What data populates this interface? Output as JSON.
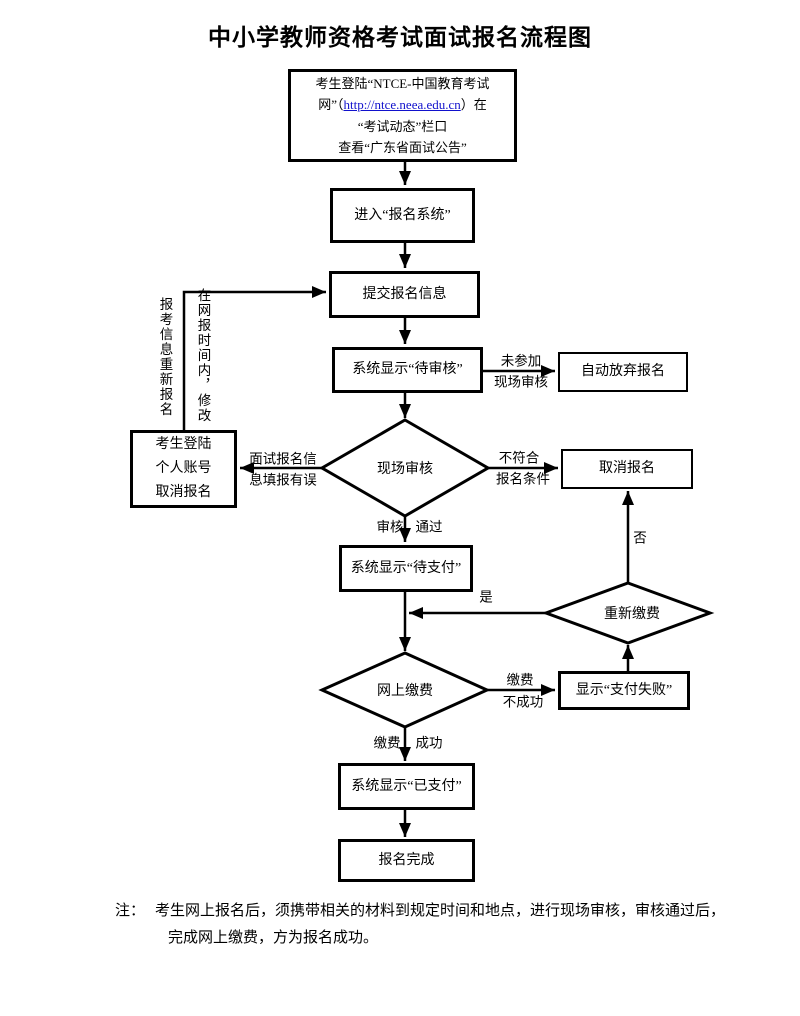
{
  "title": "中小学教师资格考试面试报名流程图",
  "nodes": {
    "notice": {
      "line1": "考生登陆“NTCE-中国教育考试",
      "line2_pre": "网”（",
      "link": "http://ntce.neea.edu.cn",
      "line2_post": "）在",
      "line3": "“考试动态”栏口",
      "line4": "查看“广东省面试公告”"
    },
    "enter_system": "进入“报名系统”",
    "submit_info": "提交报名信息",
    "status_pending_review": "系统显示“待审核”",
    "auto_abandon": "自动放弃报名",
    "onsite_review": "现场审核",
    "cancel_login": {
      "line1": "考生登陆",
      "line2": "个人账号",
      "line3": "取消报名"
    },
    "cancel_registration": "取消报名",
    "status_pending_pay": "系统显示“待支付”",
    "repay": "重新缴费",
    "online_pay": "网上缴费",
    "show_pay_fail": "显示“支付失败”",
    "status_paid": "系统显示“已支付”",
    "complete": "报名完成"
  },
  "edge_labels": {
    "not_attend_1": "未参加",
    "not_attend_2": "现场审核",
    "info_error_1": "面试报名信",
    "info_error_2": "息填报有误",
    "not_qualified_1": "不符合",
    "not_qualified_2": "报名条件",
    "review_pass_1": "审核",
    "review_pass_2": "通过",
    "yes": "是",
    "no": "否",
    "pay_fail_1": "缴费",
    "pay_fail_2": "不成功",
    "pay_ok_1": "缴费",
    "pay_ok_2": "成功",
    "revise_left": "报考信息重新报名",
    "revise_right": "在网报时间内，修改"
  },
  "note": {
    "label": "注：",
    "line1": "考生网上报名后，须携带相关的材料到规定时间和地点，进行现场审核，审核通过后，",
    "line2": "完成网上缴费，方为报名成功。"
  },
  "colors": {
    "line_black": "#000000",
    "link_blue": "#1111cc",
    "background": "#ffffff"
  }
}
